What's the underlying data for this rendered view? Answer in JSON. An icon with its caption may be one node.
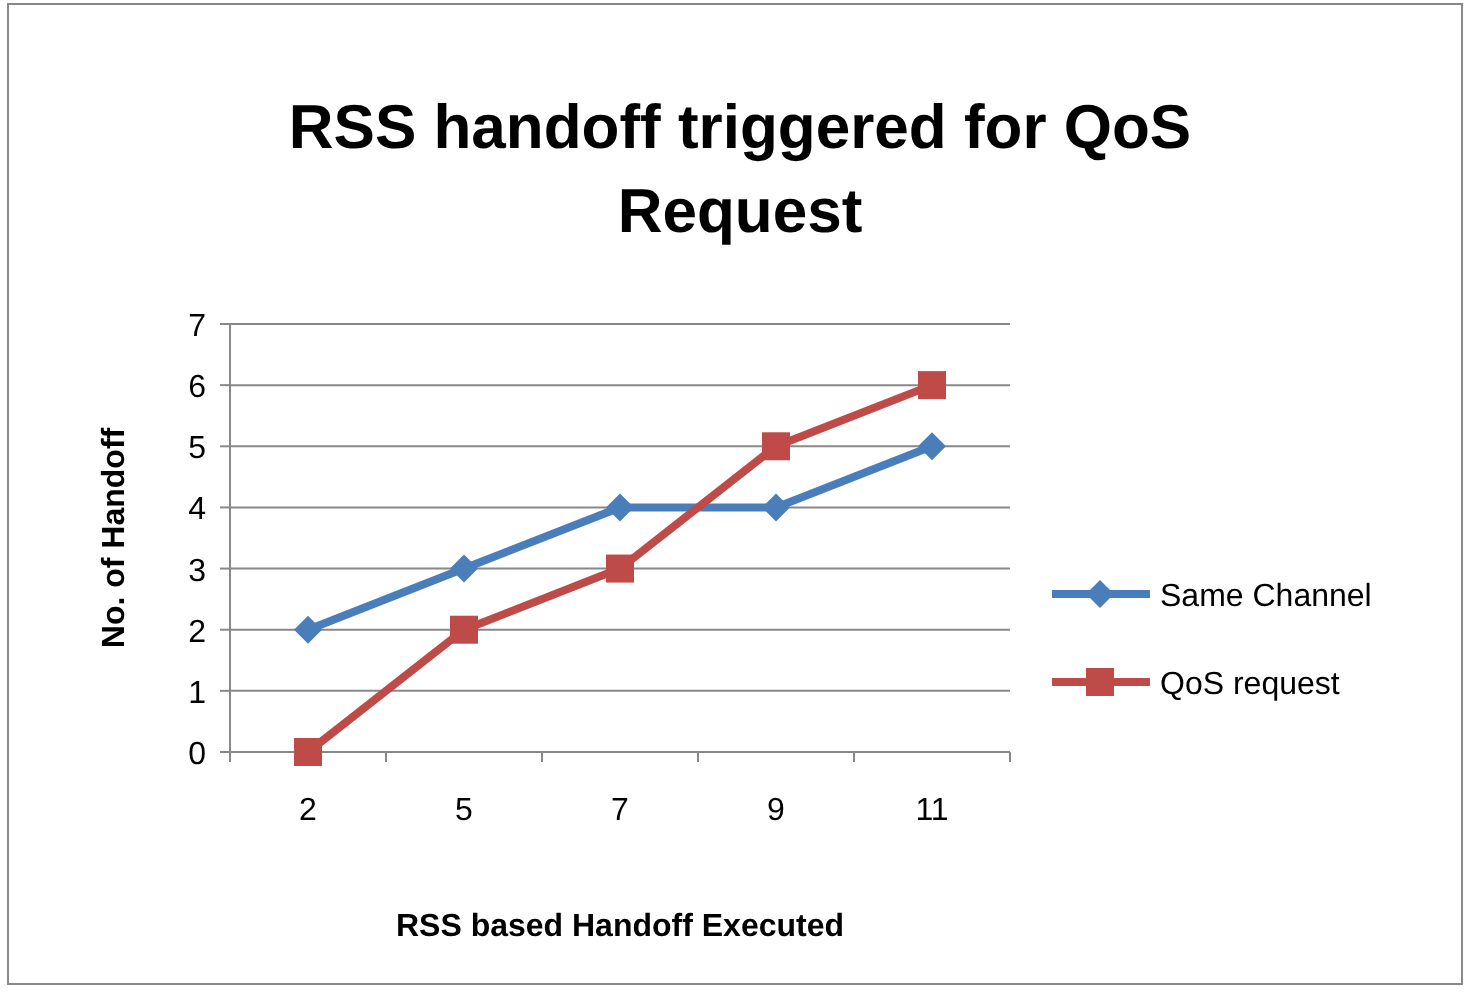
{
  "diagram": {
    "chart_data": {
      "type": "line",
      "title": "RSS handoff triggered for QoS Request",
      "xlabel": "RSS based Handoff Executed",
      "ylabel": "No. of Handoff",
      "categories": [
        "2",
        "5",
        "7",
        "9",
        "11"
      ],
      "series": [
        {
          "name": "Same Channel",
          "color": "#4a7ebb",
          "marker": "diamond",
          "values": [
            2,
            3,
            4,
            4,
            5
          ]
        },
        {
          "name": "QoS request",
          "color": "#be4b48",
          "marker": "square",
          "values": [
            0,
            2,
            3,
            5,
            6
          ]
        }
      ],
      "grid": true,
      "legend": "right",
      "ylim": [
        0,
        7
      ],
      "yticks": [
        0,
        1,
        2,
        3,
        4,
        5,
        6,
        7
      ]
    }
  }
}
